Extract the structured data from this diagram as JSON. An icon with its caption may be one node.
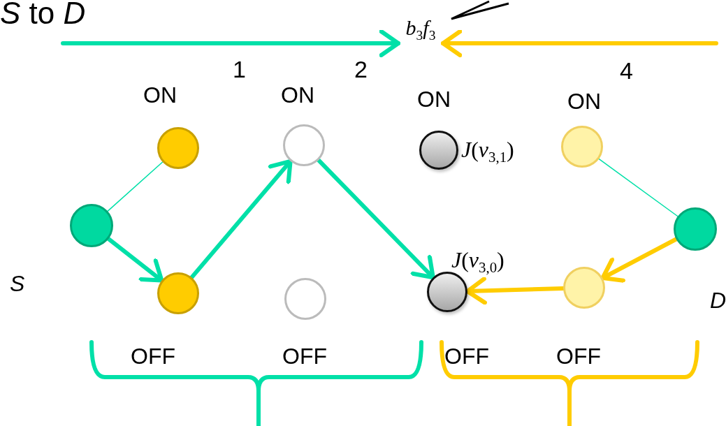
{
  "diagram": {
    "nodes": [
      {
        "text": [],
        "shape": "circle"
      },
      {
        "text": [],
        "shape": "circle"
      },
      {
        "text": [],
        "shape": "circle"
      },
      {
        "text": [],
        "shape": "circle"
      },
      {
        "text": [],
        "shape": "circle"
      },
      {
        "text": [],
        "shape": "circle",
        "beside": [
          "*J*(*v*$_{3,1}$)"
        ]
      },
      {
        "text": [],
        "shape": "circle",
        "beside": [
          "*J*(*v*$_{3,0}$)"
        ]
      },
      {
        "text": [],
        "shape": "circle"
      },
      {
        "text": [],
        "shape": "circle"
      },
      {
        "text": [],
        "shape": "circle"
      },
      {
        "text": [
          "*b*$_{3}$*f*$_{3}$"
        ]
      }
    ],
    "edges": [
      {
        "from": 0,
        "to": 1,
        "arrow": "none"
      },
      {
        "from": 0,
        "to": 2,
        "arrow": "to"
      },
      {
        "from": 2,
        "to": 3,
        "arrow": "to"
      },
      {
        "from": 3,
        "to": 6,
        "arrow": "to"
      },
      {
        "from": 9,
        "to": 7,
        "arrow": "none"
      },
      {
        "from": 9,
        "to": 8,
        "arrow": "to",
        "color": "#ffcc00"
      },
      {
        "from": 8,
        "to": 6,
        "arrow": "to",
        "color": "#ffcc00"
      },
      {
        "from": null,
        "to": 10,
        "arrow": "to"
      },
      {
        "from": null,
        "to": 10,
        "arrow": "to",
        "color": "#ffcc00"
      }
    ],
    "labels": [
      "*S* to *D*",
      "1",
      "2",
      "4",
      "ON",
      "ON",
      "ON",
      "ON",
      "S",
      "D",
      "OFF",
      "OFF",
      "OFF",
      "OFF"
    ]
  }
}
